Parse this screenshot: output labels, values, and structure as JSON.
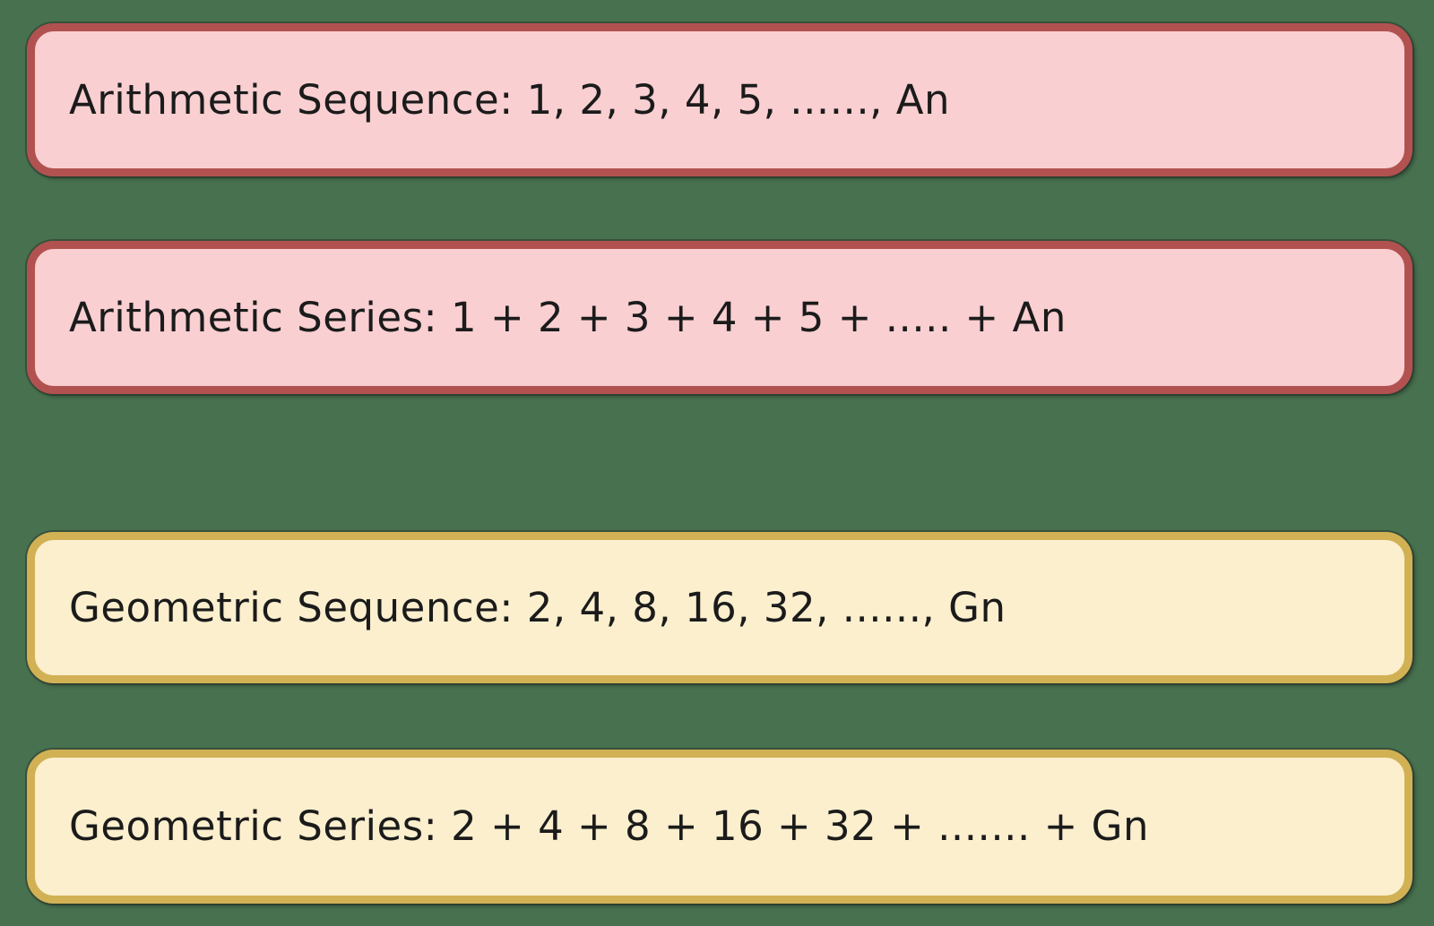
{
  "page": {
    "background_color": "#47714F",
    "text_color": "#1b1b1b"
  },
  "boxes": [
    {
      "id": "arithmetic-sequence",
      "label": "Arithmetic Sequence: 1, 2, 3, 4, 5, ......, An",
      "fill": "#F9CFD1",
      "border": "#B25250"
    },
    {
      "id": "arithmetic-series",
      "label": "Arithmetic Series: 1 + 2 + 3 + 4 + 5 + ..... + An",
      "fill": "#F9CFD1",
      "border": "#B25250"
    },
    {
      "id": "geometric-sequence",
      "label": "Geometric Sequence: 2, 4, 8, 16, 32, ......, Gn",
      "fill": "#FBEFCE",
      "border": "#D2B155"
    },
    {
      "id": "geometric-series",
      "label": "Geometric Series: 2 + 4 + 8 + 16 + 32 + ....... + Gn",
      "fill": "#FBEFCE",
      "border": "#D2B155"
    }
  ]
}
